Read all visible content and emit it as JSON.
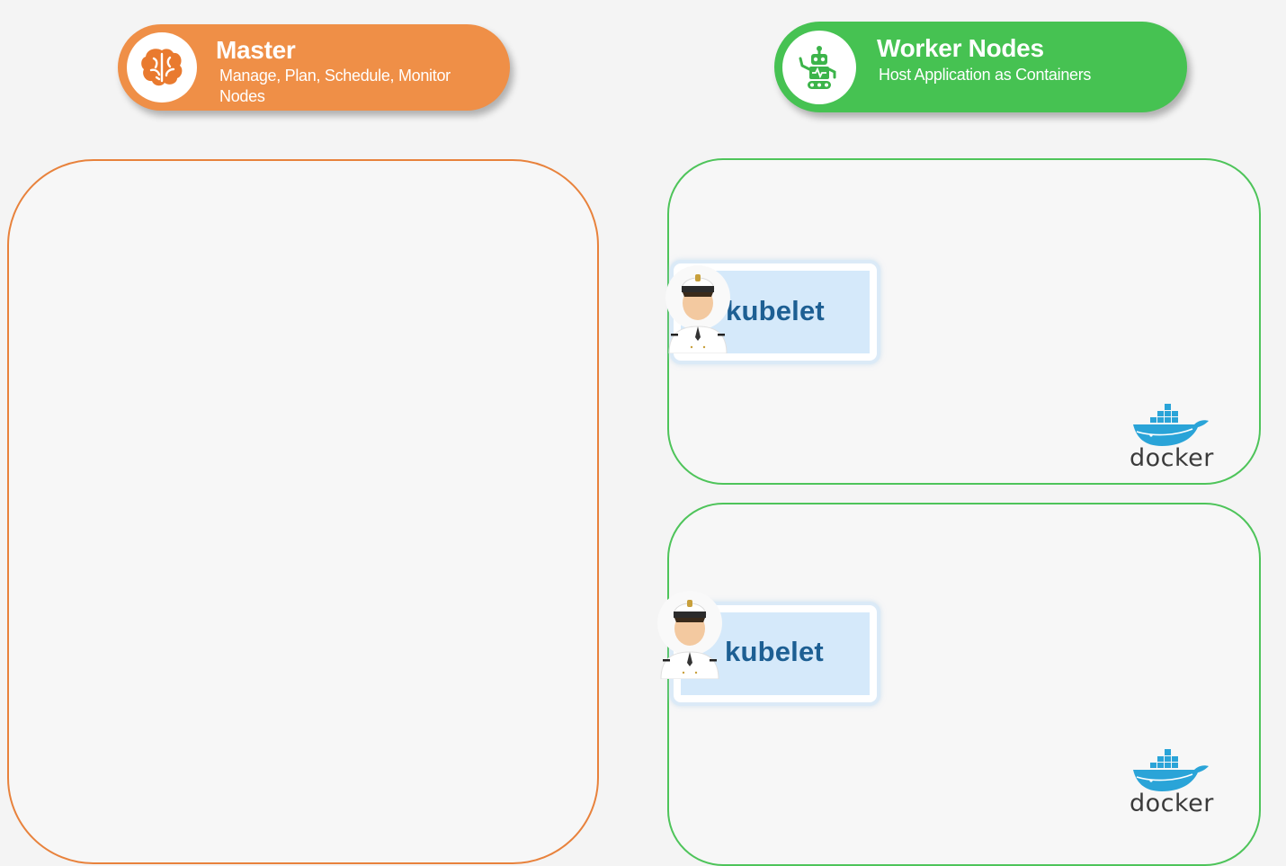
{
  "master": {
    "title": "Master",
    "subtitle": "Manage, Plan, Schedule, Monitor Nodes",
    "icon": "brain-icon",
    "color": "#ef8f47",
    "border_color": "#e8823c"
  },
  "workers": {
    "title": "Worker Nodes",
    "subtitle": "Host Application as Containers",
    "icon": "robot-icon",
    "color": "#46c252",
    "border_color": "#4ec45a"
  },
  "nodes": [
    {
      "agent_label": "kubelet",
      "agent_icon": "ship-captain-icon",
      "runtime_label": "docker",
      "runtime_icon": "docker-whale-icon"
    },
    {
      "agent_label": "kubelet",
      "agent_icon": "ship-captain-icon",
      "runtime_label": "docker",
      "runtime_icon": "docker-whale-icon"
    }
  ],
  "colors": {
    "kubelet_text": "#1d5f93",
    "kubelet_fill": "#d5e9fa",
    "docker_blue": "#2aa4d8"
  }
}
